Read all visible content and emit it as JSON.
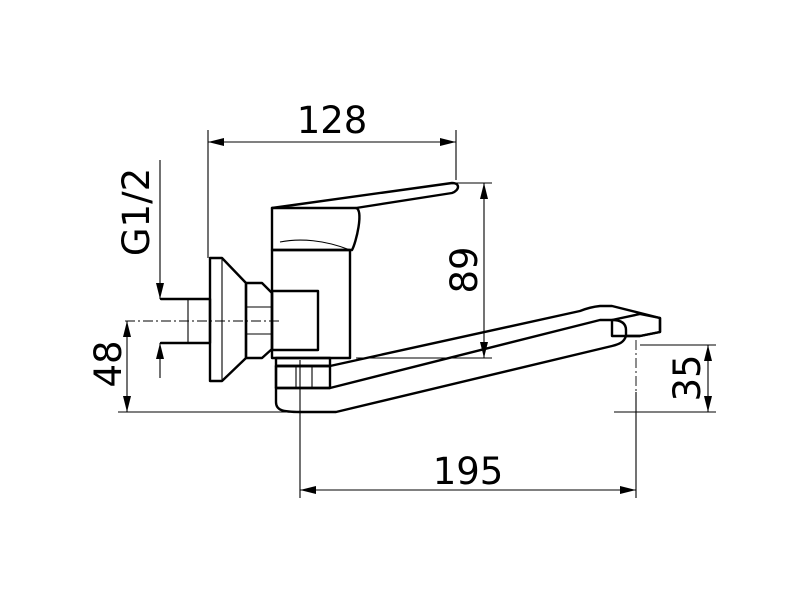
{
  "drawing": {
    "dimensions": {
      "width_top": "128",
      "height_handle": "89",
      "thread": "G1/2",
      "height_axis": "48",
      "height_spout": "35",
      "spout_reach": "195"
    },
    "colors": {
      "line": "#000000",
      "background": "#ffffff"
    }
  }
}
